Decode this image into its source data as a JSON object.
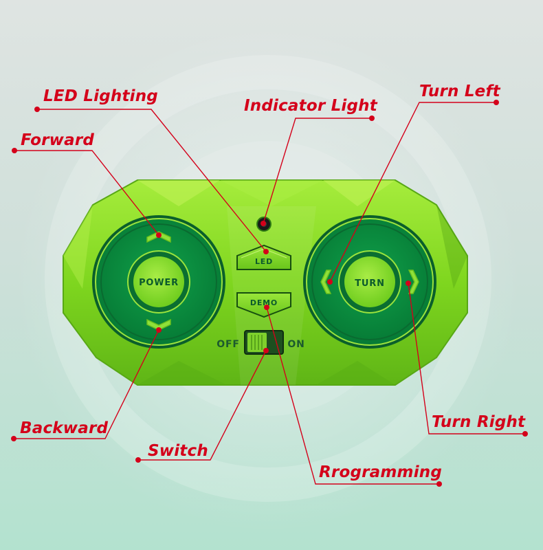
{
  "callouts": {
    "led_lighting": "LED Lighting",
    "indicator_light": "Indicator Light",
    "turn_left": "Turn Left",
    "forward": "Forward",
    "backward": "Backward",
    "switch": "Switch",
    "turn_right": "Turn Right",
    "programming": "Rrogramming"
  },
  "buttons": {
    "power": "POWER",
    "turn": "TURN",
    "led": "LED",
    "demo": "DEMO"
  },
  "switch_labels": {
    "off": "OFF",
    "on": "ON"
  },
  "colors": {
    "callout_red": "#d4001a",
    "body_green": "#7ed321",
    "pad_green": "#0b8a3f"
  }
}
